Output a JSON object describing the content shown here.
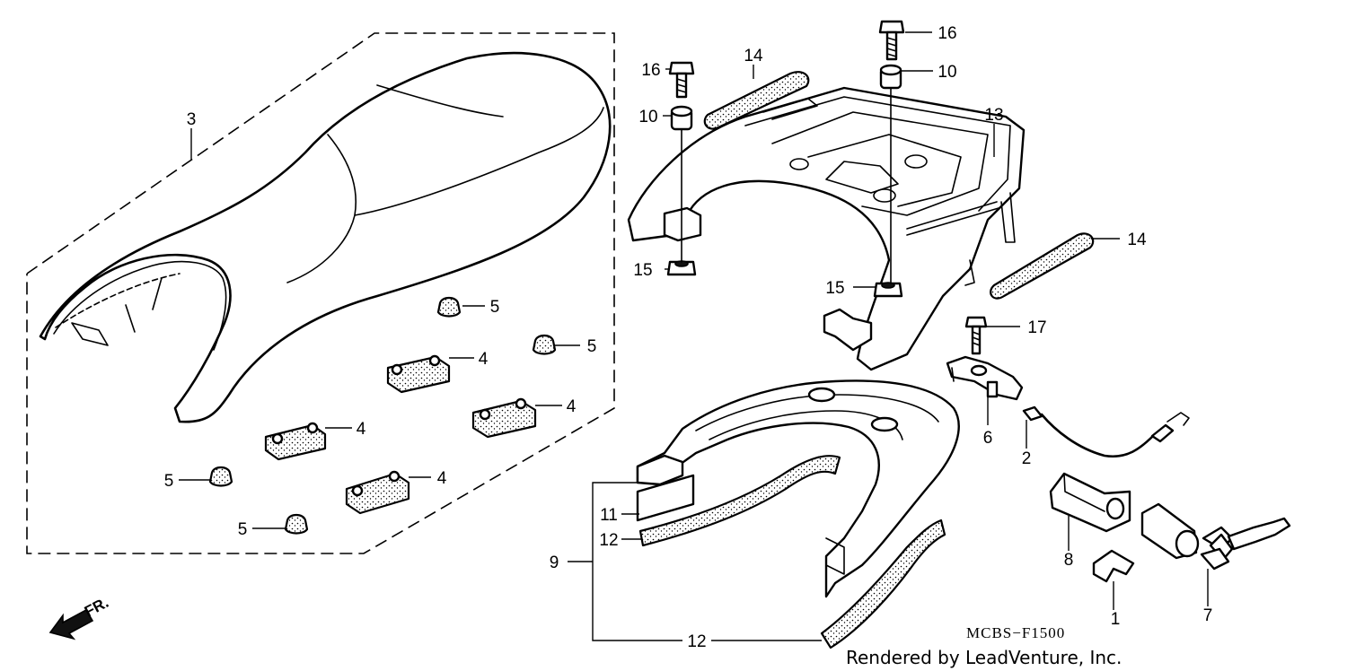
{
  "callouts": {
    "c1": "1",
    "c2": "2",
    "c3": "3",
    "c4a": "4",
    "c4b": "4",
    "c4c": "4",
    "c4d": "4",
    "c5a": "5",
    "c5b": "5",
    "c5c": "5",
    "c5d": "5",
    "c6": "6",
    "c7": "7",
    "c8": "8",
    "c9": "9",
    "c10a": "10",
    "c10b": "10",
    "c11": "11",
    "c12a": "12",
    "c12b": "12",
    "c13": "13",
    "c14a": "14",
    "c14b": "14",
    "c15a": "15",
    "c15b": "15",
    "c16a": "16",
    "c16b": "16",
    "c17": "17"
  },
  "direction_label": "FR.",
  "diagram_code": "MCBS−F1500",
  "credit": "Rendered by LeadVenture, Inc."
}
